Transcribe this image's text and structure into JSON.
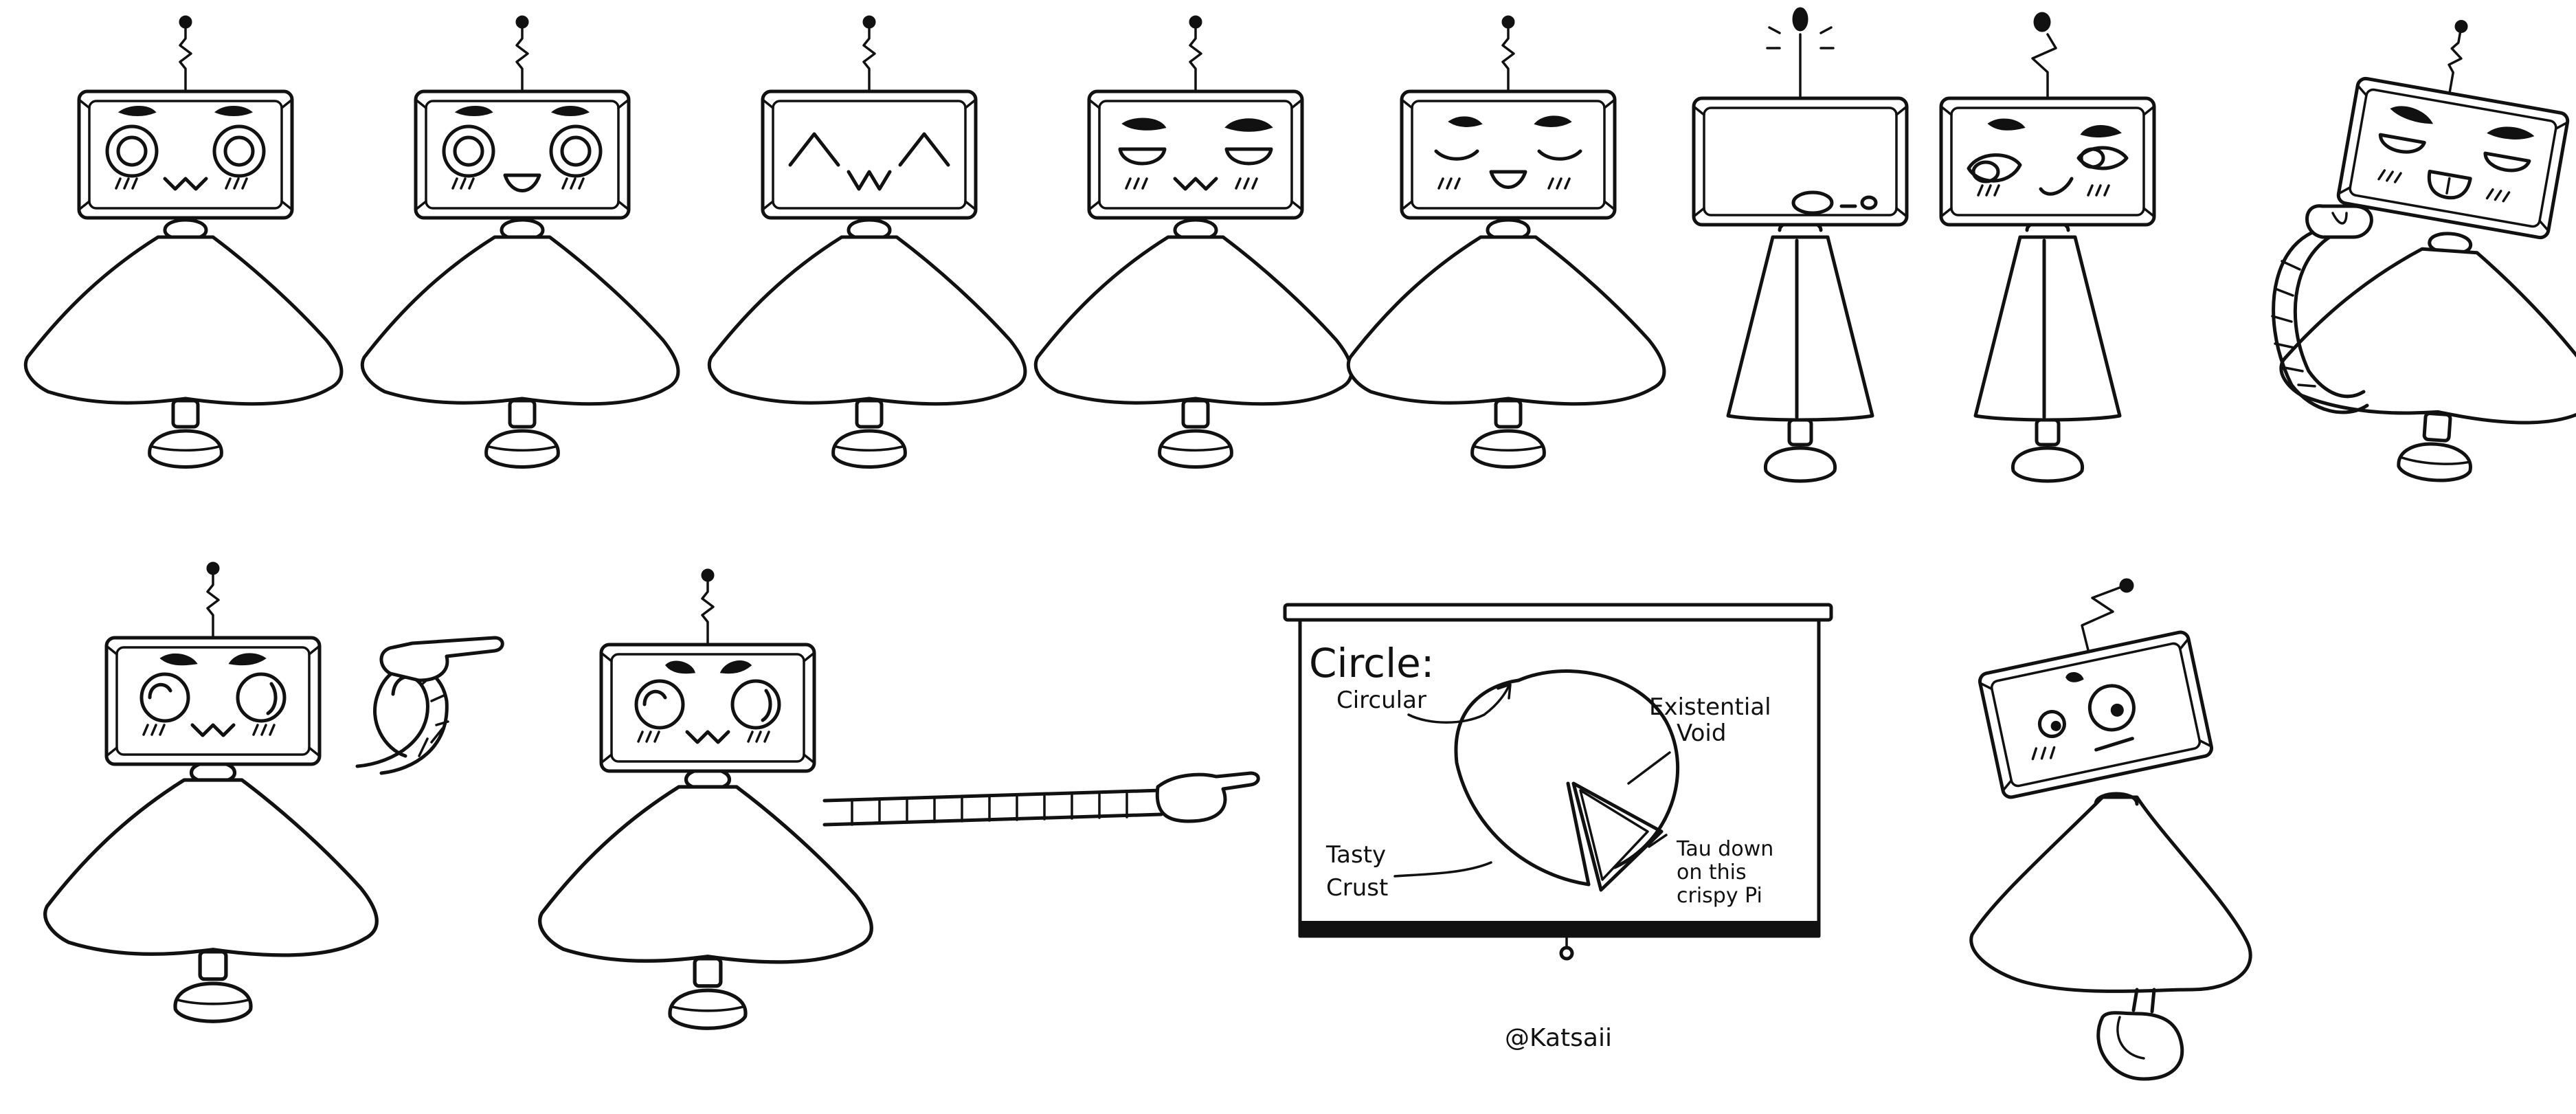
{
  "presentation": {
    "title": "Circle:",
    "annotations": [
      {
        "id": "circular",
        "text": "Circular"
      },
      {
        "id": "existential",
        "text": "Existential Void"
      },
      {
        "id": "tasty",
        "text": "Tasty Crust"
      },
      {
        "id": "tau",
        "text": "Tau down on this crispy Pi"
      }
    ]
  },
  "credit": "@Katsaii",
  "colors": {
    "ink": "#111111",
    "paper": "#ffffff"
  },
  "characters": [
    {
      "id": "robot-1",
      "expression": "happy"
    },
    {
      "id": "robot-2",
      "expression": "smiling"
    },
    {
      "id": "robot-3",
      "expression": "joyful-closed-eyes"
    },
    {
      "id": "robot-4",
      "expression": "smug"
    },
    {
      "id": "robot-5",
      "expression": "content-closed-eyes"
    },
    {
      "id": "robot-6",
      "expression": "startled"
    },
    {
      "id": "robot-7",
      "expression": "side-eye"
    },
    {
      "id": "robot-8",
      "expression": "cheeky-tongue-out"
    },
    {
      "id": "robot-9",
      "expression": "pointing-arm-raised"
    },
    {
      "id": "robot-10",
      "expression": "pointing-arm-extended"
    },
    {
      "id": "robot-11",
      "expression": "puzzled-tilted"
    }
  ]
}
